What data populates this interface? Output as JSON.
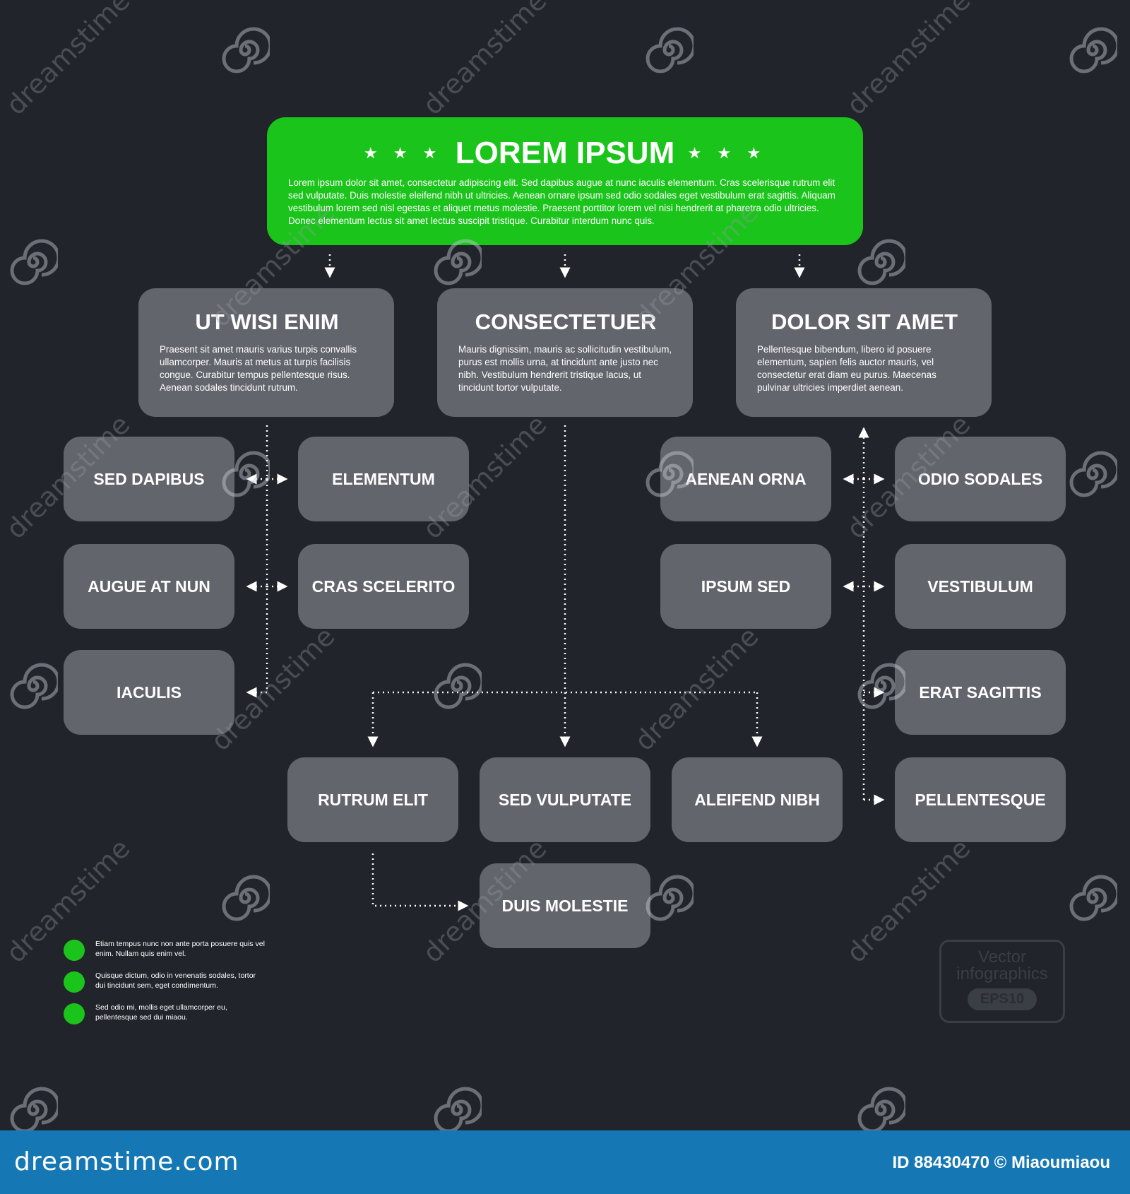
{
  "header": {
    "title": "LOREM IPSUM",
    "stars": "★ ★ ★",
    "text": "Lorem ipsum dolor sit amet, consectetur adipiscing elit. Sed dapibus augue at nunc iaculis elementum. Cras scelerisque rutrum elit sed vulputate. Duis molestie eleifend nibh ut ultricies. Aenean ornare ipsum sed odio sodales eget vestibulum erat sagittis. Aliquam vestibulum lorem sed nisl egestas et aliquet metus molestie. Praesent porttitor lorem vel nisi hendrerit at pharetra odio ultricies. Donec elementum lectus sit amet lectus suscipit tristique. Curabitur interdum nunc quis."
  },
  "level1": [
    {
      "title": "UT WISI ENIM",
      "text": "Praesent sit amet mauris varius turpis convallis ullamcorper. Mauris at metus at turpis facilisis congue. Curabitur tempus pellentesque risus. Aenean sodales tincidunt rutrum."
    },
    {
      "title": "CONSECTETUER",
      "text": "Mauris dignissim, mauris ac sollicitudin vestibulum, purus est mollis urna, at tincidunt ante justo nec nibh. Vestibulum hendrerit tristique lacus, ut tincidunt tortor vulputate."
    },
    {
      "title": "DOLOR SIT AMET",
      "text": "Pellentesque bibendum, libero id posuere elementum, sapien felis auctor mauris, vel consectetur erat diam eu purus. Maecenas pulvinar ultricies imperdiet aenean."
    }
  ],
  "nodes": {
    "sed_dapibus": "SED DAPIBUS",
    "elementum": "ELEMENTUM",
    "augue_at_nun": "AUGUE AT NUN",
    "cras_scelerito": "CRAS SCELERITO",
    "iaculis": "IACULIS",
    "aenean_orna": "AENEAN ORNA",
    "odio_sodales": "ODIO SODALES",
    "ipsum_sed": "IPSUM SED",
    "vestibulum": "VESTIBULUM",
    "erat_sagittis": "ERAT SAGITTIS",
    "pellentesque": "PELLENTESQUE",
    "rutrum_elit": "RUTRUM ELIT",
    "sed_vulputate": "SED VULPUTATE",
    "aleifend_nibh": "ALEIFEND NIBH",
    "duis_molestie": "DUIS MOLESTIE"
  },
  "legend": [
    "Etiam tempus nunc non ante porta posuere quis vel enim. Nullam quis enim vel.",
    "Quisque dictum, odio in venenatis sodales, tortor dui tincidunt sem, eget condimentum.",
    "Sed odio mi, mollis eget ullamcorper eu, pellentesque sed dui miaou."
  ],
  "badge": {
    "line1": "Vector",
    "line2": "infographics",
    "pill": "EPS10"
  },
  "footer": {
    "logo": "dreamstime.com",
    "id": "ID 88430470 © Miaoumiaou"
  },
  "watermark": {
    "text": "dreamstime"
  },
  "colors": {
    "background": "#21242a",
    "accent": "#1bc41b",
    "box": "#62656c",
    "footer": "#1578b4"
  }
}
